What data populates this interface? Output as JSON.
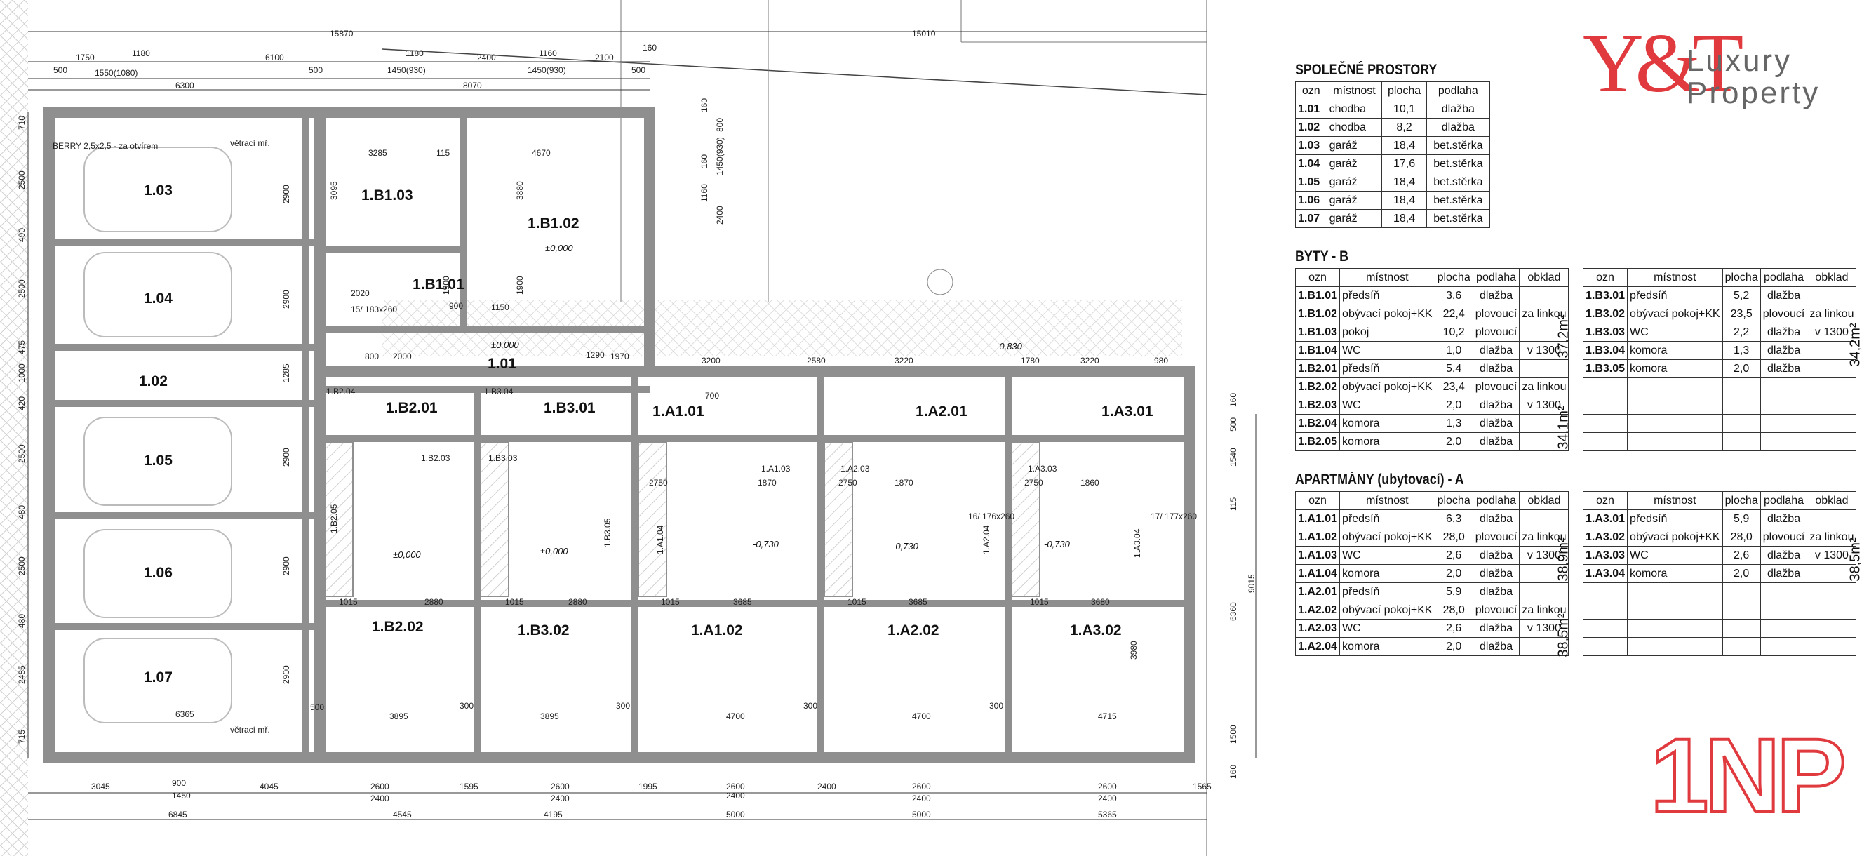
{
  "plan": {
    "rooms": [
      {
        "id": "g103",
        "label": "1.03"
      },
      {
        "id": "g104",
        "label": "1.04"
      },
      {
        "id": "r102",
        "label": "1.02"
      },
      {
        "id": "g105",
        "label": "1.05"
      },
      {
        "id": "g106",
        "label": "1.06"
      },
      {
        "id": "g107",
        "label": "1.07"
      },
      {
        "id": "b103",
        "label": "1.B1.03"
      },
      {
        "id": "b102",
        "label": "1.B1.02"
      },
      {
        "id": "b101",
        "label": "1.B1.01"
      },
      {
        "id": "r101",
        "label": "1.01"
      },
      {
        "id": "b201",
        "label": "1.B2.01"
      },
      {
        "id": "b301",
        "label": "1.B3.01"
      },
      {
        "id": "a101",
        "label": "1.A1.01"
      },
      {
        "id": "a201",
        "label": "1.A2.01"
      },
      {
        "id": "a301",
        "label": "1.A3.01"
      },
      {
        "id": "b202",
        "label": "1.B2.02"
      },
      {
        "id": "b302",
        "label": "1.B3.02"
      },
      {
        "id": "a102",
        "label": "1.A1.02"
      },
      {
        "id": "a202",
        "label": "1.A2.02"
      },
      {
        "id": "a302",
        "label": "1.A3.02"
      },
      {
        "id": "b204",
        "label": "1.B2.04"
      },
      {
        "id": "b304",
        "label": "1.B3.04"
      },
      {
        "id": "b203",
        "label": "1.B2.03"
      },
      {
        "id": "b303",
        "label": "1.B3.03"
      },
      {
        "id": "a103",
        "label": "1.A1.03"
      },
      {
        "id": "a203",
        "label": "1.A2.03"
      },
      {
        "id": "a303",
        "label": "1.A3.03"
      },
      {
        "id": "b205",
        "label": "1.B2.05"
      },
      {
        "id": "b305",
        "label": "1.B3.05"
      },
      {
        "id": "a104",
        "label": "1.A1.04"
      },
      {
        "id": "a204",
        "label": "1.A2.04"
      },
      {
        "id": "a304",
        "label": "1.A3.04"
      }
    ],
    "levels": [
      "±0,000",
      "±0,000",
      "±0,000",
      "±0,000",
      "-0,730",
      "-0,730",
      "-0,730",
      "-0,830"
    ],
    "top_dims": [
      "15870",
      "15010",
      "1750",
      "1180",
      "6100",
      "1180",
      "2400",
      "1160",
      "2100",
      "500",
      "1550(1080)",
      "6300",
      "500",
      "1450(930)",
      "1450(930)",
      "8070",
      "500",
      "160"
    ],
    "inner_dims": [
      "3285",
      "115",
      "4670",
      "3200",
      "2580",
      "3220",
      "1780",
      "3220",
      "980",
      "2880",
      "2880",
      "3685",
      "3685",
      "3680",
      "1015",
      "1015",
      "1015",
      "1015",
      "1015",
      "2750",
      "2750",
      "2750",
      "1870",
      "1870",
      "1860",
      "3895",
      "3895",
      "4700",
      "4700",
      "4715",
      "300",
      "300",
      "300",
      "300",
      "6365",
      "500"
    ],
    "bottom_dims": [
      "3045",
      "900",
      "4045",
      "1450",
      "2600",
      "1595",
      "2600",
      "1995",
      "2600",
      "2400",
      "2600",
      "2400",
      "2600",
      "1565",
      "2400",
      "2400",
      "2400",
      "2400",
      "6845",
      "4545",
      "4195",
      "5000",
      "5000",
      "5365"
    ],
    "left_dims": [
      "710",
      "2500",
      "490",
      "2500",
      "475",
      "1000",
      "420",
      "2500",
      "480",
      "2500",
      "480",
      "2485",
      "715"
    ],
    "right_dims": [
      "160",
      "800",
      "160",
      "1450(930)",
      "1160",
      "2400",
      "160",
      "500",
      "1540",
      "115",
      "9015",
      "6360",
      "3980",
      "1500",
      "160",
      "2900",
      "2900",
      "2900",
      "2900",
      "2900",
      "1285",
      "1900",
      "3095",
      "3880",
      "1900"
    ],
    "notes": [
      "BERRY 2,5x2,5 - za otvírem",
      "větrací mř.",
      "větrací mř.",
      "2020",
      "15/ 183x260",
      "16/ 176x260",
      "17/ 177x260",
      "700",
      "800",
      "2000",
      "900",
      "1970",
      "1290",
      "1150"
    ]
  },
  "tables": {
    "spolecne": {
      "title": "SPOLEČNÉ PROSTORY",
      "headers": [
        "ozn",
        "místnost",
        "plocha",
        "podlaha"
      ],
      "rows": [
        [
          "1.01",
          "chodba",
          "10,1",
          "dlažba"
        ],
        [
          "1.02",
          "chodba",
          "8,2",
          "dlažba"
        ],
        [
          "1.03",
          "garáž",
          "18,4",
          "bet.stěrka"
        ],
        [
          "1.04",
          "garáž",
          "17,6",
          "bet.stěrka"
        ],
        [
          "1.05",
          "garáž",
          "18,4",
          "bet.stěrka"
        ],
        [
          "1.06",
          "garáž",
          "18,4",
          "bet.stěrka"
        ],
        [
          "1.07",
          "garáž",
          "18,4",
          "bet.stěrka"
        ]
      ]
    },
    "byty_b": {
      "title": "BYTY - B",
      "headers": [
        "ozn",
        "místnost",
        "plocha",
        "podlaha",
        "obklad"
      ],
      "left_rows": [
        [
          "1.B1.01",
          "předsíň",
          "3,6",
          "dlažba",
          ""
        ],
        [
          "1.B1.02",
          "obývací pokoj+KK",
          "22,4",
          "plovoucí",
          "za linkou"
        ],
        [
          "1.B1.03",
          "pokoj",
          "10,2",
          "plovoucí",
          ""
        ],
        [
          "1.B1.04",
          "WC",
          "1,0",
          "dlažba",
          "v 1300"
        ],
        [
          "1.B2.01",
          "předsíň",
          "5,4",
          "dlažba",
          ""
        ],
        [
          "1.B2.02",
          "obývací pokoj+KK",
          "23,4",
          "plovoucí",
          "za linkou"
        ],
        [
          "1.B2.03",
          "WC",
          "2,0",
          "dlažba",
          "v 1300"
        ],
        [
          "1.B2.04",
          "komora",
          "1,3",
          "dlažba",
          ""
        ],
        [
          "1.B2.05",
          "komora",
          "2,0",
          "dlažba",
          ""
        ]
      ],
      "left_sums": [
        "37,2m²",
        "34,1m²"
      ],
      "right_rows": [
        [
          "1.B3.01",
          "předsíň",
          "5,2",
          "dlažba",
          ""
        ],
        [
          "1.B3.02",
          "obývací pokoj+KK",
          "23,5",
          "plovoucí",
          "za linkou"
        ],
        [
          "1.B3.03",
          "WC",
          "2,2",
          "dlažba",
          "v 1300"
        ],
        [
          "1.B3.04",
          "komora",
          "1,3",
          "dlažba",
          ""
        ],
        [
          "1.B3.05",
          "komora",
          "2,0",
          "dlažba",
          ""
        ]
      ],
      "right_sum": "34,2m²"
    },
    "apartmany": {
      "title": "APARTMÁNY (ubytovací) - A",
      "headers": [
        "ozn",
        "místnost",
        "plocha",
        "podlaha",
        "obklad"
      ],
      "left_rows": [
        [
          "1.A1.01",
          "předsíň",
          "6,3",
          "dlažba",
          ""
        ],
        [
          "1.A1.02",
          "obývací pokoj+KK",
          "28,0",
          "plovoucí",
          "za linkou"
        ],
        [
          "1.A1.03",
          "WC",
          "2,6",
          "dlažba",
          "v 1300"
        ],
        [
          "1.A1.04",
          "komora",
          "2,0",
          "dlažba",
          ""
        ],
        [
          "1.A2.01",
          "předsíň",
          "5,9",
          "dlažba",
          ""
        ],
        [
          "1.A2.02",
          "obývací pokoj+KK",
          "28,0",
          "plovoucí",
          "za linkou"
        ],
        [
          "1.A2.03",
          "WC",
          "2,6",
          "dlažba",
          "v 1300"
        ],
        [
          "1.A2.04",
          "komora",
          "2,0",
          "dlažba",
          ""
        ]
      ],
      "left_sums": [
        "38,9m²",
        "38,5m²"
      ],
      "right_rows": [
        [
          "1.A3.01",
          "předsíň",
          "5,9",
          "dlažba",
          ""
        ],
        [
          "1.A3.02",
          "obývací pokoj+KK",
          "28,0",
          "plovoucí",
          "za linkou"
        ],
        [
          "1.A3.03",
          "WC",
          "2,6",
          "dlažba",
          "v 1300"
        ],
        [
          "1.A3.04",
          "komora",
          "2,0",
          "dlažba",
          ""
        ]
      ],
      "right_sum": "38,5m²"
    }
  },
  "logo": {
    "mark": "Y&T",
    "line1": "Luxury",
    "line2": "Property"
  },
  "floor_label": "1NP",
  "colors": {
    "accent": "#e0393e",
    "wall": "#9a9a9a",
    "hatch": "#cfcfcf",
    "logo_text": "#666666"
  }
}
